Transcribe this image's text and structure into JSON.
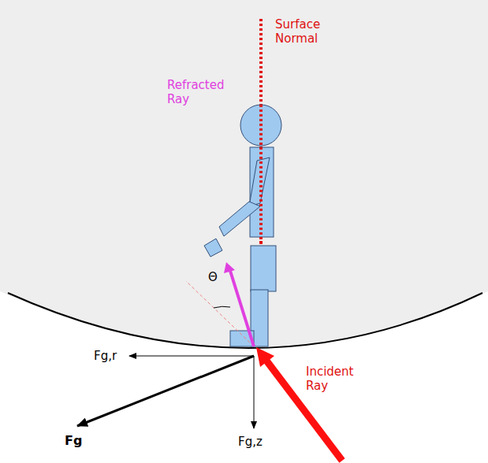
{
  "diagram": {
    "labels": [
      "Surface Normal",
      "Refracted Ray",
      "Θ",
      "Fg,r",
      "Incident Ray",
      "Fg",
      "Fg,z"
    ]
  }
}
